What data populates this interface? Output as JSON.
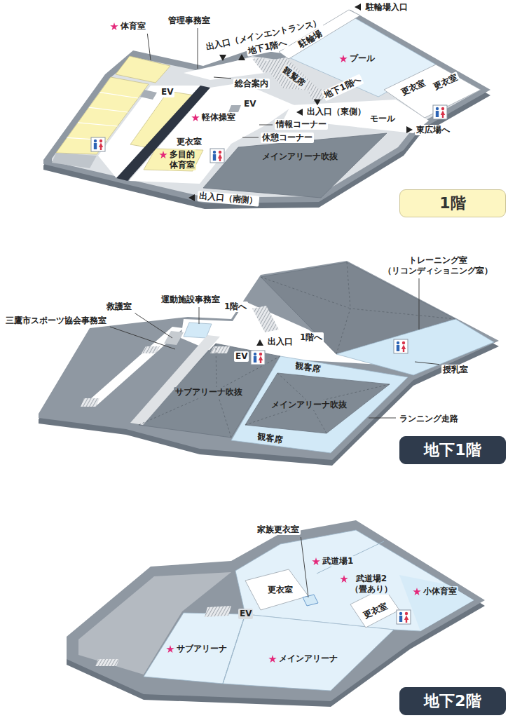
{
  "diagram": {
    "nodes": [
      {
        "text": [
          "1階"
        ]
      },
      {
        "text": [
          "地下1階"
        ]
      },
      {
        "text": [
          "地下2階"
        ]
      }
    ],
    "labels": [
      "体育室",
      "管理事務室",
      "出入口（メインエントランス）",
      "地下1階へ",
      "駐輪場入口",
      "駐輪場",
      "プール",
      "観覧席",
      "EV",
      "総合案内",
      "更衣室",
      "更衣室",
      "EV",
      "地下1階へ",
      "出入口（東側）",
      "モール",
      "東広場へ",
      "軽体操室",
      "情報コーナー",
      "休憩コーナー",
      "更衣室",
      "多目的 体育室",
      "メインアリーナ吹抜",
      "出入口（南側）",
      "トレーニング室 （リコンディショニング室）",
      "救護室",
      "運動施設事務室",
      "三鷹市スポーツ協会事務室",
      "1階へ",
      "出入口",
      "1階へ",
      "EV",
      "授乳室",
      "観客席",
      "サブアリーナ吹抜",
      "メインアリーナ吹抜",
      "ランニング走路",
      "観客席",
      "家族更衣室",
      "武道場1",
      "武道場2 （畳あり）",
      "更衣室",
      "小体育室",
      "更衣室",
      "EV",
      "サブアリーナ",
      "メインアリーナ"
    ]
  }
}
